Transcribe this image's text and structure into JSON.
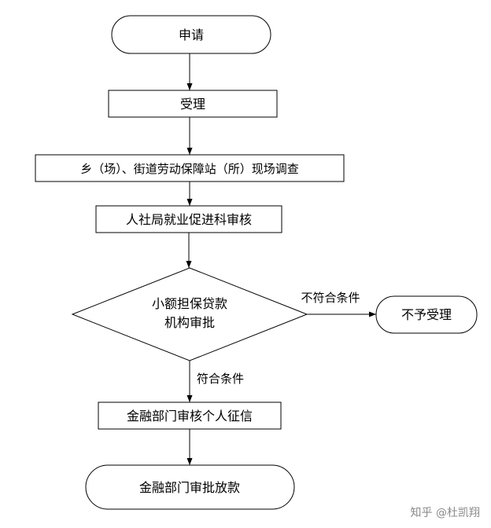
{
  "flow": {
    "start": "申请",
    "accept": "受理",
    "survey": "乡（场）、街道劳动保障站（所）现场调查",
    "review": "人社局就业促进科审核",
    "decision_line1": "小额担保贷款",
    "decision_line2": "机构审批",
    "reject_condition": "不符合条件",
    "reject_result": "不予受理",
    "pass_condition": "符合条件",
    "credit_check": "金融部门审核个人征信",
    "end": "金融部门审批放款"
  },
  "watermark": "知乎 @杜凯翔",
  "colors": {
    "stroke": "#000000",
    "text": "#000000",
    "watermark": "#8a8a8a"
  }
}
